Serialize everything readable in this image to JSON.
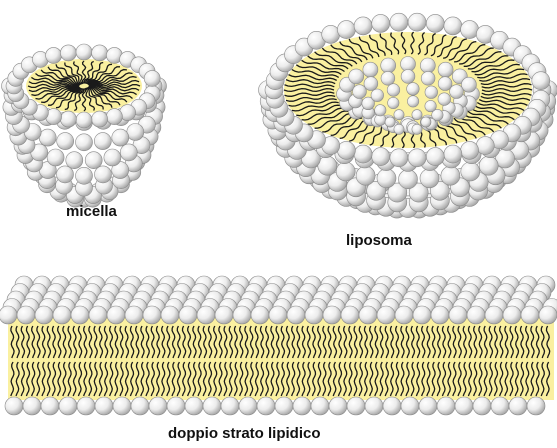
{
  "labels": {
    "micelle": "micella",
    "liposome": "liposoma",
    "bilayer": "doppio strato lipidico"
  },
  "colors": {
    "background": "#ffffff",
    "hydrophobic_core": "#faf0a0",
    "lipid_tail": "#1a1a1a",
    "lipid_head_light": "#ffffff",
    "lipid_head_dark": "#a8a8a8",
    "lipid_head_outline": "#8a8a8a"
  },
  "icons": {
    "lipid_head": "sphere",
    "lipid_tail": "wavy-line"
  }
}
